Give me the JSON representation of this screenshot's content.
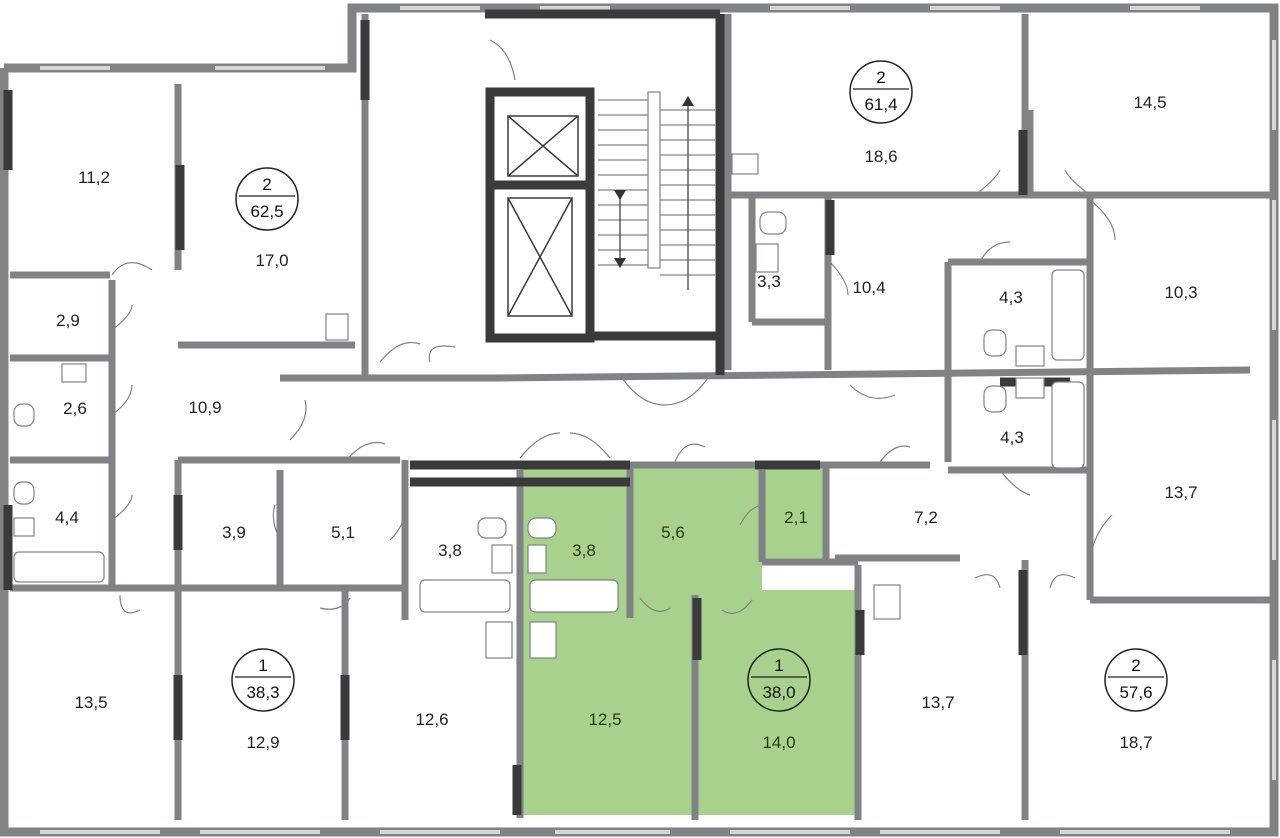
{
  "colors": {
    "wall": "#808285",
    "wall_dark": "#3a3a3c",
    "highlight_fill": "#a9d18e",
    "window": "#d6d6d6",
    "text": "#222222"
  },
  "apartments": [
    {
      "id": "apt-a",
      "rooms": "2",
      "area": "62,5"
    },
    {
      "id": "apt-b",
      "rooms": "2",
      "area": "61,4"
    },
    {
      "id": "apt-c",
      "rooms": "1",
      "area": "38,3"
    },
    {
      "id": "apt-d",
      "rooms": "1",
      "area": "38,0",
      "highlighted": true
    },
    {
      "id": "apt-e",
      "rooms": "2",
      "area": "57,6"
    }
  ],
  "rooms": [
    "11,2",
    "17,0",
    "2,9",
    "2,6",
    "10,9",
    "4,4",
    "3,9",
    "5,1",
    "3,8",
    "3,8",
    "5,6",
    "2,1",
    "18,6",
    "14,5",
    "3,3",
    "10,4",
    "4,3",
    "10,3",
    "4,3",
    "13,7",
    "7,2",
    "13,5",
    "12,9",
    "12,6",
    "12,5",
    "14,0",
    "13,7",
    "18,7"
  ]
}
